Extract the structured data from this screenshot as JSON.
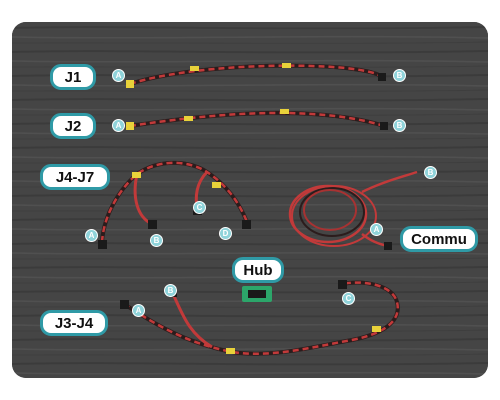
{
  "labels": {
    "j1": "J1",
    "j2": "J2",
    "j4j7": "J4-J7",
    "commu": "Commu",
    "hub": "Hub",
    "j3j4": "J3-J4"
  },
  "markers": {
    "a": "A",
    "b": "B",
    "c": "C",
    "d": "D"
  },
  "colors": {
    "label_border": "#2f9aa6",
    "marker_fill": "#8fd3da",
    "wire_red": "#c23a3a",
    "wire_dark": "#2b1c1c",
    "sleeve_yellow": "#e9d23a",
    "board_green": "#2ca66a",
    "background": "#434343"
  }
}
